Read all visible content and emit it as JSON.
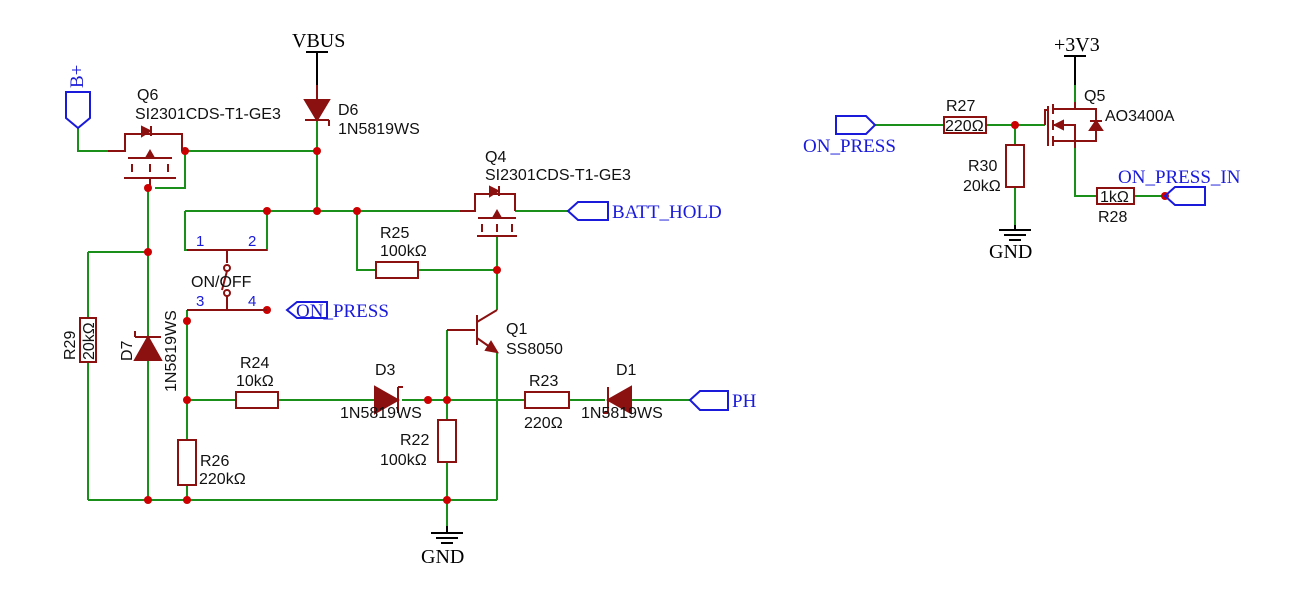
{
  "power": {
    "vbus": "VBUS",
    "v33": "+3V3",
    "gnd_main": "GND",
    "gnd_right": "GND",
    "bplus": "B+"
  },
  "ports": {
    "on_press_sw": "ON_PRESS",
    "batt_hold": "BATT_HOLD",
    "ph": "PH",
    "on_press_left": "ON_PRESS",
    "on_press_in": "ON_PRESS_IN"
  },
  "components": {
    "q6": {
      "ref": "Q6",
      "value": "SI2301CDS-T1-GE3"
    },
    "d6": {
      "ref": "D6",
      "value": "1N5819WS"
    },
    "q4": {
      "ref": "Q4",
      "value": "SI2301CDS-T1-GE3"
    },
    "r25": {
      "ref": "R25",
      "value": "100kΩ"
    },
    "sw": {
      "value": "ON/OFF",
      "pin1": "1",
      "pin2": "2",
      "pin3": "3",
      "pin4": "4"
    },
    "q1": {
      "ref": "Q1",
      "value": "SS8050"
    },
    "r29": {
      "ref": "R29",
      "value": "20kΩ"
    },
    "d7": {
      "ref": "D7",
      "value": "1N5819WS"
    },
    "r24": {
      "ref": "R24",
      "value": "10kΩ"
    },
    "d3": {
      "ref": "D3",
      "value": "1N5819WS"
    },
    "r23": {
      "ref": "R23",
      "value": "220Ω"
    },
    "d1": {
      "ref": "D1",
      "value": "1N5819WS"
    },
    "r22": {
      "ref": "R22",
      "value": "100kΩ"
    },
    "r26": {
      "ref": "R26",
      "value": "220kΩ"
    },
    "r27": {
      "ref": "R27",
      "value": "220Ω"
    },
    "r30": {
      "ref": "R30",
      "value": "20kΩ"
    },
    "q5": {
      "ref": "Q5",
      "value": "AO3400A"
    },
    "r28": {
      "ref": "R28",
      "value": "1kΩ"
    }
  }
}
